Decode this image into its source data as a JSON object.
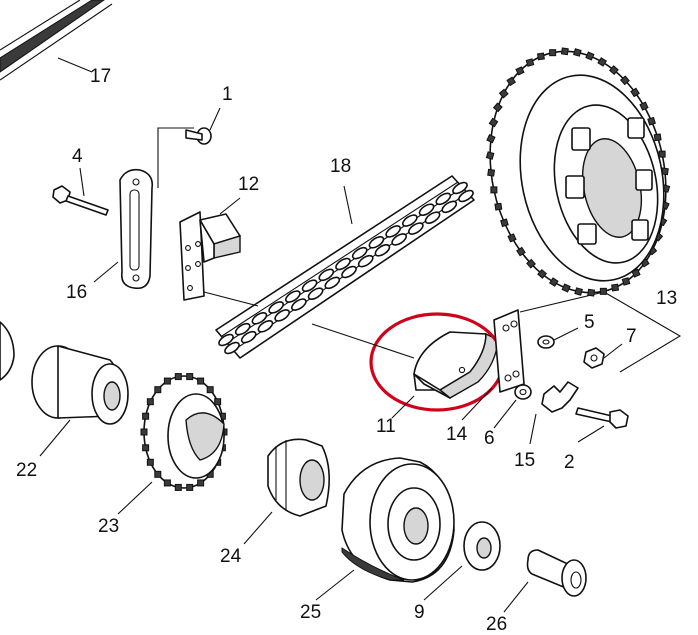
{
  "labels": {
    "l1": "1",
    "l2": "2",
    "l4": "4",
    "l5": "5",
    "l6": "6",
    "l7": "7",
    "l9": "9",
    "l11": "11",
    "l12": "12",
    "l13": "13",
    "l14": "14",
    "l15": "15",
    "l16": "16",
    "l17": "17",
    "l18": "18",
    "l22": "22",
    "l23": "23",
    "l24": "24",
    "l25": "25",
    "l26": "26"
  },
  "colors": {
    "highlight": "#d0021b",
    "ink": "#111111"
  }
}
